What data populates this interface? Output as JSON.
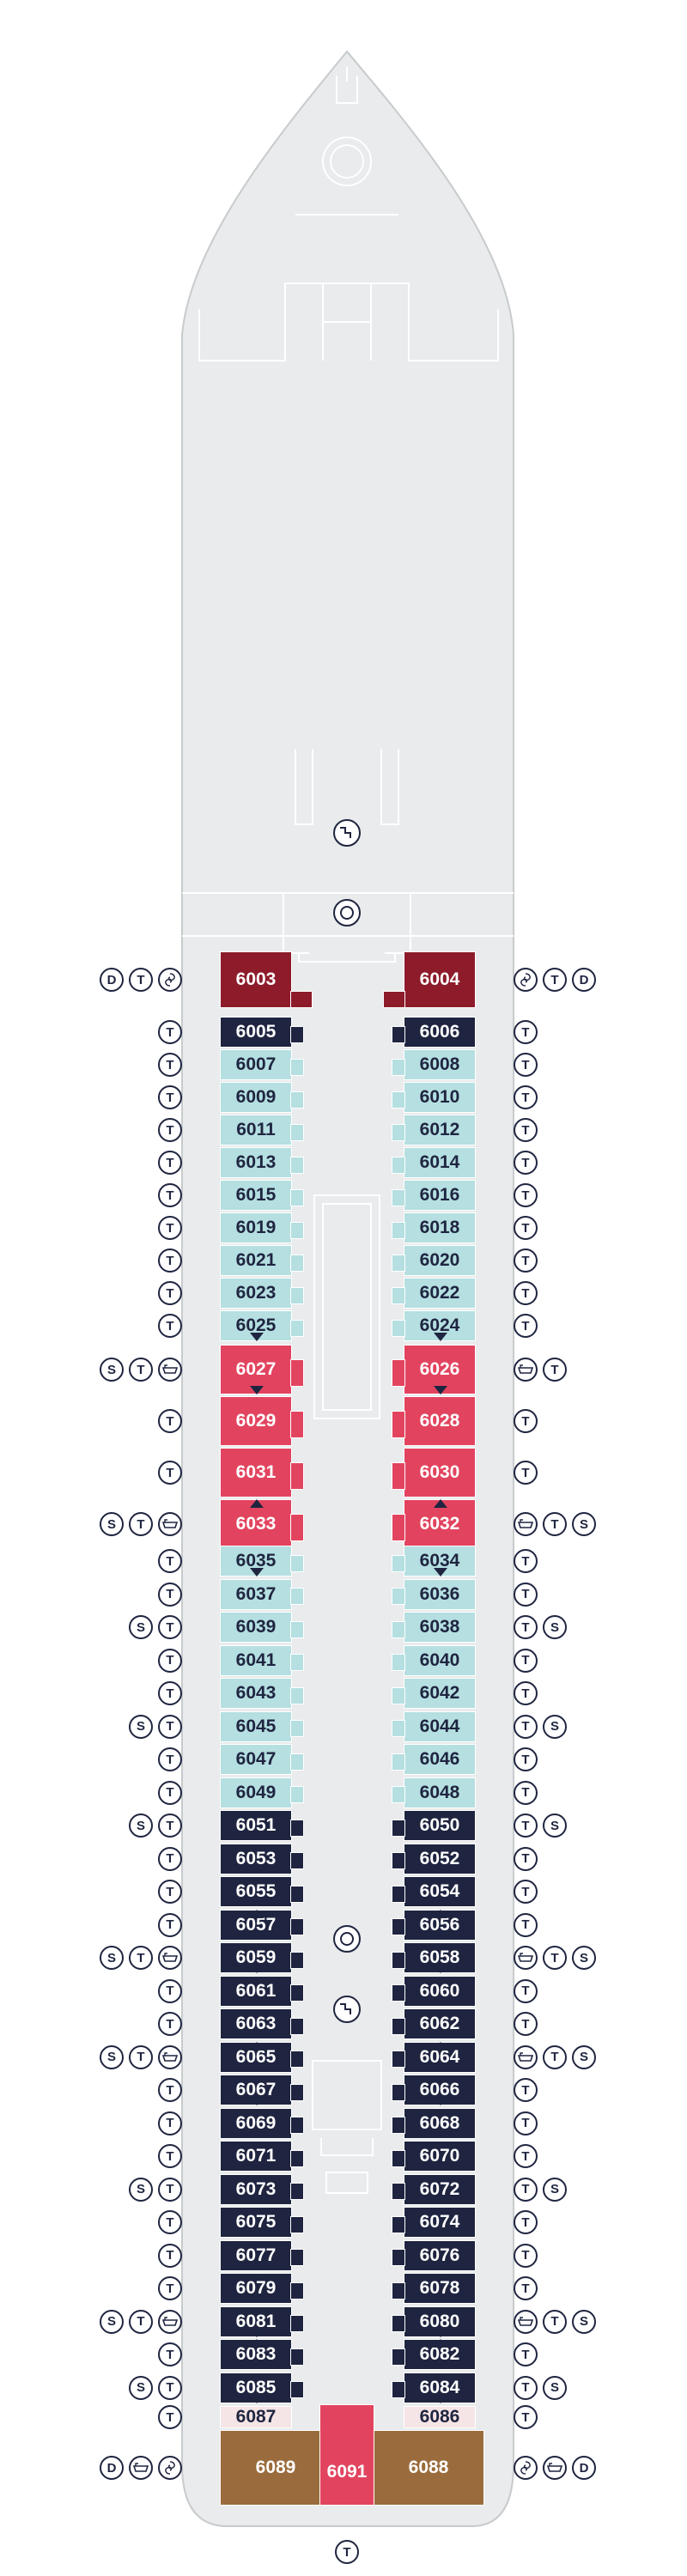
{
  "deck": {
    "colors": {
      "hull": "#e9ebec",
      "outline": "#ffffff",
      "navy": "#1f2540",
      "lightblue": "#b5dfe1",
      "coral": "#e2445f",
      "maroon": "#8d1b2a",
      "gold": "#9a6b3c",
      "pink": "#f6e5e6"
    },
    "legend": {
      "T": "T",
      "S": "S",
      "D": "D"
    },
    "rows": [
      {
        "port": {
          "num": "6003",
          "color": "maroon"
        },
        "stbd": {
          "num": "6004",
          "color": "maroon"
        },
        "port_icons": [
          "D",
          "T",
          "spa"
        ],
        "stbd_icons": [
          "spa",
          "T",
          "D"
        ]
      },
      {
        "port": {
          "num": "6005",
          "color": "navy"
        },
        "stbd": {
          "num": "6006",
          "color": "navy"
        },
        "port_icons": [
          "T"
        ],
        "stbd_icons": [
          "T"
        ]
      },
      {
        "port": {
          "num": "6007",
          "color": "lightblue"
        },
        "stbd": {
          "num": "6008",
          "color": "lightblue"
        },
        "port_icons": [
          "T"
        ],
        "stbd_icons": [
          "T"
        ]
      },
      {
        "port": {
          "num": "6009",
          "color": "lightblue"
        },
        "stbd": {
          "num": "6010",
          "color": "lightblue"
        },
        "port_icons": [
          "T"
        ],
        "stbd_icons": [
          "T"
        ]
      },
      {
        "port": {
          "num": "6011",
          "color": "lightblue"
        },
        "stbd": {
          "num": "6012",
          "color": "lightblue"
        },
        "port_icons": [
          "T"
        ],
        "stbd_icons": [
          "T"
        ]
      },
      {
        "port": {
          "num": "6013",
          "color": "lightblue"
        },
        "stbd": {
          "num": "6014",
          "color": "lightblue"
        },
        "port_icons": [
          "T"
        ],
        "stbd_icons": [
          "T"
        ]
      },
      {
        "port": {
          "num": "6015",
          "color": "lightblue"
        },
        "stbd": {
          "num": "6016",
          "color": "lightblue"
        },
        "port_icons": [
          "T"
        ],
        "stbd_icons": [
          "T"
        ]
      },
      {
        "port": {
          "num": "6019",
          "color": "lightblue"
        },
        "stbd": {
          "num": "6018",
          "color": "lightblue"
        },
        "port_icons": [
          "T"
        ],
        "stbd_icons": [
          "T"
        ]
      },
      {
        "port": {
          "num": "6021",
          "color": "lightblue"
        },
        "stbd": {
          "num": "6020",
          "color": "lightblue"
        },
        "port_icons": [
          "T"
        ],
        "stbd_icons": [
          "T"
        ]
      },
      {
        "port": {
          "num": "6023",
          "color": "lightblue"
        },
        "stbd": {
          "num": "6022",
          "color": "lightblue"
        },
        "port_icons": [
          "T"
        ],
        "stbd_icons": [
          "T"
        ]
      },
      {
        "port": {
          "num": "6025",
          "color": "lightblue"
        },
        "stbd": {
          "num": "6024",
          "color": "lightblue"
        },
        "port_icons": [
          "T"
        ],
        "stbd_icons": [
          "T"
        ]
      },
      {
        "port": {
          "num": "6027",
          "color": "coral"
        },
        "stbd": {
          "num": "6026",
          "color": "coral"
        },
        "port_icons": [
          "S",
          "T",
          "tub"
        ],
        "stbd_icons": [
          "tub",
          "T"
        ]
      },
      {
        "port": {
          "num": "6029",
          "color": "coral"
        },
        "stbd": {
          "num": "6028",
          "color": "coral"
        },
        "port_icons": [
          "T"
        ],
        "stbd_icons": [
          "T"
        ]
      },
      {
        "port": {
          "num": "6031",
          "color": "coral"
        },
        "stbd": {
          "num": "6030",
          "color": "coral"
        },
        "port_icons": [
          "T"
        ],
        "stbd_icons": [
          "T"
        ]
      },
      {
        "port": {
          "num": "6033",
          "color": "coral"
        },
        "stbd": {
          "num": "6032",
          "color": "coral"
        },
        "port_icons": [
          "S",
          "T",
          "tub"
        ],
        "stbd_icons": [
          "tub",
          "T",
          "S"
        ]
      },
      {
        "port": {
          "num": "6035",
          "color": "lightblue"
        },
        "stbd": {
          "num": "6034",
          "color": "lightblue"
        },
        "port_icons": [
          "T"
        ],
        "stbd_icons": [
          "T"
        ]
      },
      {
        "port": {
          "num": "6037",
          "color": "lightblue"
        },
        "stbd": {
          "num": "6036",
          "color": "lightblue"
        },
        "port_icons": [
          "T"
        ],
        "stbd_icons": [
          "T"
        ]
      },
      {
        "port": {
          "num": "6039",
          "color": "lightblue"
        },
        "stbd": {
          "num": "6038",
          "color": "lightblue"
        },
        "port_icons": [
          "S",
          "T"
        ],
        "stbd_icons": [
          "T",
          "S"
        ]
      },
      {
        "port": {
          "num": "6041",
          "color": "lightblue"
        },
        "stbd": {
          "num": "6040",
          "color": "lightblue"
        },
        "port_icons": [
          "T"
        ],
        "stbd_icons": [
          "T"
        ]
      },
      {
        "port": {
          "num": "6043",
          "color": "lightblue"
        },
        "stbd": {
          "num": "6042",
          "color": "lightblue"
        },
        "port_icons": [
          "T"
        ],
        "stbd_icons": [
          "T"
        ]
      },
      {
        "port": {
          "num": "6045",
          "color": "lightblue"
        },
        "stbd": {
          "num": "6044",
          "color": "lightblue"
        },
        "port_icons": [
          "S",
          "T"
        ],
        "stbd_icons": [
          "T",
          "S"
        ]
      },
      {
        "port": {
          "num": "6047",
          "color": "lightblue"
        },
        "stbd": {
          "num": "6046",
          "color": "lightblue"
        },
        "port_icons": [
          "T"
        ],
        "stbd_icons": [
          "T"
        ]
      },
      {
        "port": {
          "num": "6049",
          "color": "lightblue"
        },
        "stbd": {
          "num": "6048",
          "color": "lightblue"
        },
        "port_icons": [
          "T"
        ],
        "stbd_icons": [
          "T"
        ]
      },
      {
        "port": {
          "num": "6051",
          "color": "navy"
        },
        "stbd": {
          "num": "6050",
          "color": "navy"
        },
        "port_icons": [
          "S",
          "T"
        ],
        "stbd_icons": [
          "T",
          "S"
        ]
      },
      {
        "port": {
          "num": "6053",
          "color": "navy"
        },
        "stbd": {
          "num": "6052",
          "color": "navy"
        },
        "port_icons": [
          "T"
        ],
        "stbd_icons": [
          "T"
        ]
      },
      {
        "port": {
          "num": "6055",
          "color": "navy"
        },
        "stbd": {
          "num": "6054",
          "color": "navy"
        },
        "port_icons": [
          "T"
        ],
        "stbd_icons": [
          "T"
        ]
      },
      {
        "port": {
          "num": "6057",
          "color": "navy"
        },
        "stbd": {
          "num": "6056",
          "color": "navy"
        },
        "port_icons": [
          "T"
        ],
        "stbd_icons": [
          "T"
        ]
      },
      {
        "port": {
          "num": "6059",
          "color": "navy"
        },
        "stbd": {
          "num": "6058",
          "color": "navy"
        },
        "port_icons": [
          "S",
          "T",
          "tub"
        ],
        "stbd_icons": [
          "tub",
          "T",
          "S"
        ]
      },
      {
        "port": {
          "num": "6061",
          "color": "navy"
        },
        "stbd": {
          "num": "6060",
          "color": "navy"
        },
        "port_icons": [
          "T"
        ],
        "stbd_icons": [
          "T"
        ]
      },
      {
        "port": {
          "num": "6063",
          "color": "navy"
        },
        "stbd": {
          "num": "6062",
          "color": "navy"
        },
        "port_icons": [
          "T"
        ],
        "stbd_icons": [
          "T"
        ]
      },
      {
        "port": {
          "num": "6065",
          "color": "navy"
        },
        "stbd": {
          "num": "6064",
          "color": "navy"
        },
        "port_icons": [
          "S",
          "T",
          "tub"
        ],
        "stbd_icons": [
          "tub",
          "T",
          "S"
        ]
      },
      {
        "port": {
          "num": "6067",
          "color": "navy"
        },
        "stbd": {
          "num": "6066",
          "color": "navy"
        },
        "port_icons": [
          "T"
        ],
        "stbd_icons": [
          "T"
        ]
      },
      {
        "port": {
          "num": "6069",
          "color": "navy"
        },
        "stbd": {
          "num": "6068",
          "color": "navy"
        },
        "port_icons": [
          "T"
        ],
        "stbd_icons": [
          "T"
        ]
      },
      {
        "port": {
          "num": "6071",
          "color": "navy"
        },
        "stbd": {
          "num": "6070",
          "color": "navy"
        },
        "port_icons": [
          "T"
        ],
        "stbd_icons": [
          "T"
        ]
      },
      {
        "port": {
          "num": "6073",
          "color": "navy"
        },
        "stbd": {
          "num": "6072",
          "color": "navy"
        },
        "port_icons": [
          "S",
          "T"
        ],
        "stbd_icons": [
          "T",
          "S"
        ]
      },
      {
        "port": {
          "num": "6075",
          "color": "navy"
        },
        "stbd": {
          "num": "6074",
          "color": "navy"
        },
        "port_icons": [
          "T"
        ],
        "stbd_icons": [
          "T"
        ]
      },
      {
        "port": {
          "num": "6077",
          "color": "navy"
        },
        "stbd": {
          "num": "6076",
          "color": "navy"
        },
        "port_icons": [
          "T"
        ],
        "stbd_icons": [
          "T"
        ]
      },
      {
        "port": {
          "num": "6079",
          "color": "navy"
        },
        "stbd": {
          "num": "6078",
          "color": "navy"
        },
        "port_icons": [
          "T"
        ],
        "stbd_icons": [
          "T"
        ]
      },
      {
        "port": {
          "num": "6081",
          "color": "navy"
        },
        "stbd": {
          "num": "6080",
          "color": "navy"
        },
        "port_icons": [
          "S",
          "T",
          "tub"
        ],
        "stbd_icons": [
          "tub",
          "T",
          "S"
        ]
      },
      {
        "port": {
          "num": "6083",
          "color": "navy"
        },
        "stbd": {
          "num": "6082",
          "color": "navy"
        },
        "port_icons": [
          "T"
        ],
        "stbd_icons": [
          "T"
        ]
      },
      {
        "port": {
          "num": "6085",
          "color": "navy"
        },
        "stbd": {
          "num": "6084",
          "color": "navy"
        },
        "port_icons": [
          "S",
          "T"
        ],
        "stbd_icons": [
          "T",
          "S"
        ]
      },
      {
        "port": {
          "num": "6087",
          "color": "pink"
        },
        "stbd": {
          "num": "6086",
          "color": "pink"
        },
        "port_icons": [
          "T"
        ],
        "stbd_icons": [
          "T"
        ]
      },
      {
        "port": {
          "num": "6089",
          "color": "gold"
        },
        "stbd": {
          "num": "6088",
          "color": "gold"
        },
        "port_icons": [
          "D",
          "tub",
          "spa"
        ],
        "stbd_icons": [
          "spa",
          "tub",
          "D"
        ]
      }
    ],
    "stern_cabin": {
      "num": "6091",
      "color": "coral"
    },
    "stern_icon": "T",
    "stair_symbols": [
      "stairs-icon",
      "elevator-icon",
      "elevator-icon",
      "stairs-icon"
    ]
  }
}
